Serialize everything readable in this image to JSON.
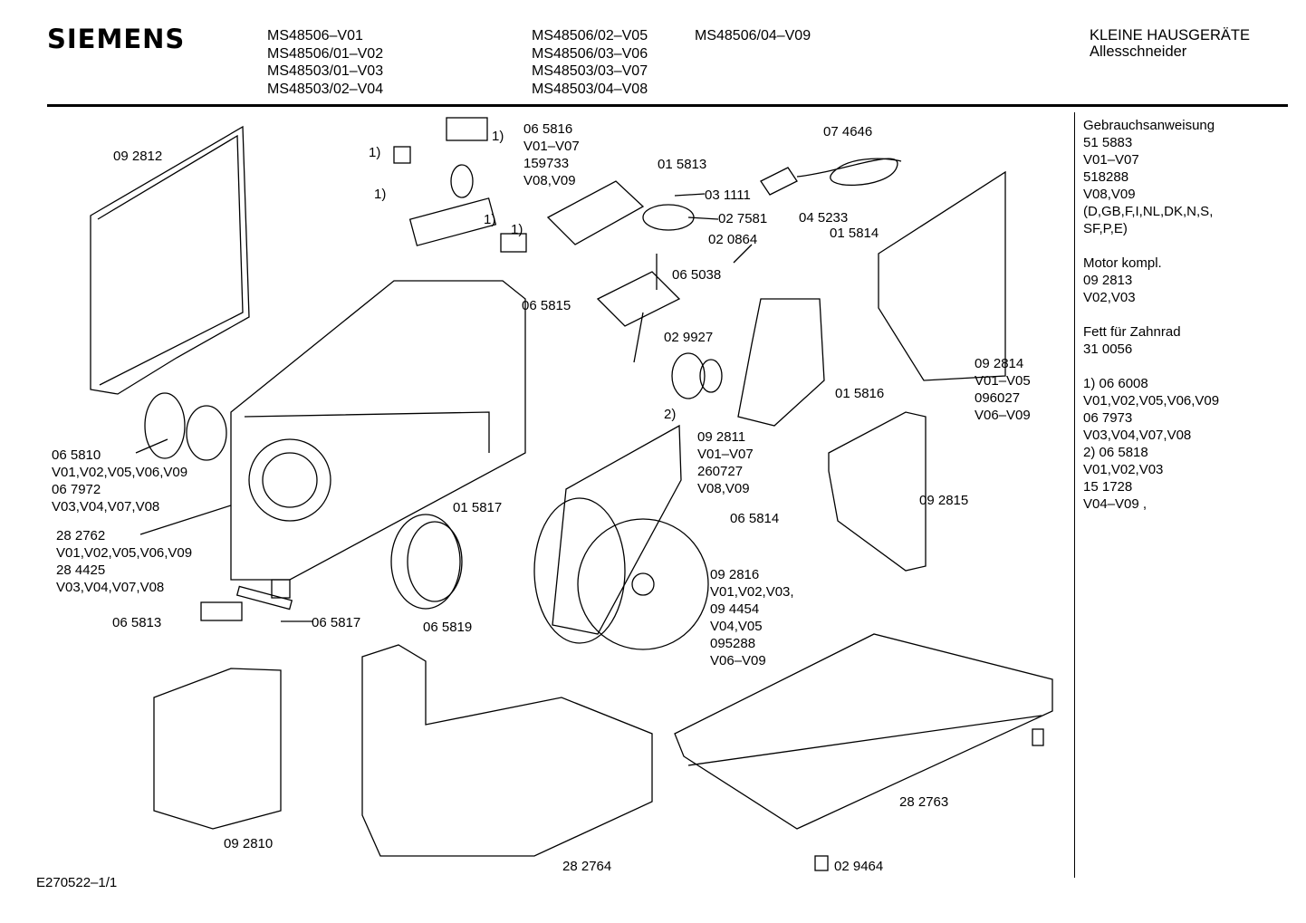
{
  "header": {
    "brand": "SIEMENS",
    "models_col1": "MS48506–V01\nMS48506/01–V02\nMS48503/01–V03\nMS48503/02–V04",
    "models_col2": "MS48506/02–V05\nMS48506/03–V06\nMS48503/03–V07\nMS48503/04–V08",
    "models_col3": "MS48506/04–V09",
    "category": "KLEINE HAUSGERÄTE",
    "product": "Allesschneider"
  },
  "side_notes": "Gebrauchsanweisung\n51 5883\nV01–V07\n518288\nV08,V09\n(D,GB,F,I,NL,DK,N,S,\nSF,P,E)\n\nMotor kompl.\n09 2813\nV02,V03\n\nFett für Zahnrad\n31 0056\n\n1)  06 6008\n     V01,V02,V05,V06,V09\n     06 7973\n     V03,V04,V07,V08\n2)  06 5818\n     V01,V02,V03\n     15 1728\n     V04–V09 ,",
  "callouts": [
    "09 2812",
    "1)",
    "1)",
    "1)",
    "1)",
    "1)",
    "06 5816\nV01–V07\n159733\nV08,V09",
    "01 5813",
    "03 1111",
    "02 7581",
    "07 4646",
    "04 5233",
    "01 5814",
    "02 0864",
    "06 5038",
    "06 5815",
    "02 9927",
    "01 5816",
    "09 2814\nV01–V05\n096027\nV06–V09",
    "2)",
    "09 2811\nV01–V07\n260727\nV08,V09",
    "09 2815",
    "06 5814",
    "01 5817",
    "06 5810\nV01,V02,V05,V06,V09\n06 7972\nV03,V04,V07,V08",
    "28 2762\nV01,V02,V05,V06,V09\n28 4425\nV03,V04,V07,V08",
    "09 2816\nV01,V02,V03,\n09 4454\nV04,V05\n095288\nV06–V09",
    "06 5813",
    "06 5817",
    "06 5819",
    "28 2763",
    "09 2810",
    "28 2764",
    "02 9464"
  ],
  "footer": "E270522–1/1"
}
